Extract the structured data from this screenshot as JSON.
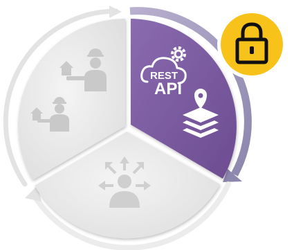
{
  "diagram": {
    "segments": [
      {
        "name": "people-segment",
        "color": "#e9e9e9",
        "icon": "workers-with-houses-icon",
        "active": false
      },
      {
        "name": "api-segment",
        "color": "#7a5a9c",
        "icon": "rest-api-cloud-gear-icon",
        "label_top": "REST",
        "label_bottom": "API",
        "secondary_icon": "map-pin-layers-icon",
        "active": true
      },
      {
        "name": "distribution-segment",
        "color": "#ececec",
        "icon": "person-with-outward-arrows-icon",
        "active": false
      }
    ],
    "lock_badge": {
      "icon": "padlock-icon",
      "color": "#f7c21a"
    },
    "arrows": [
      "cycle-arrow-top",
      "cycle-arrow-right",
      "cycle-arrow-bottom-left"
    ]
  }
}
